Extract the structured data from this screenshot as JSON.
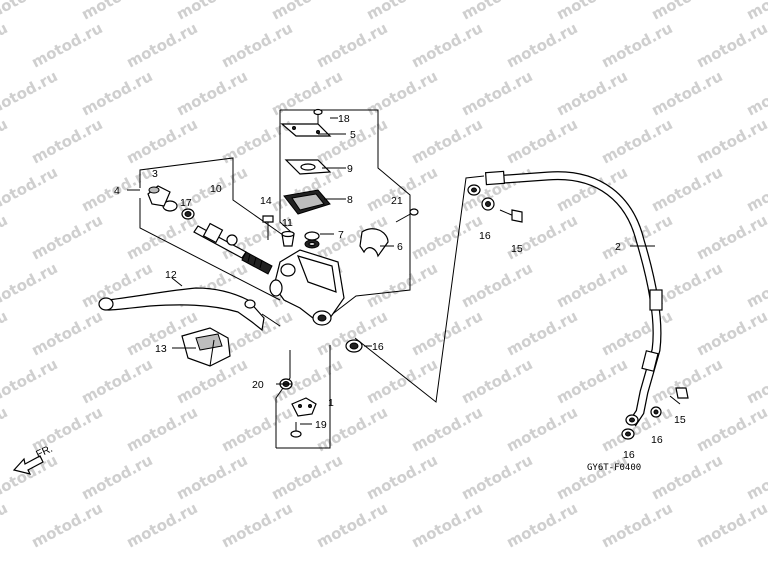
{
  "watermark": "motod.ru",
  "diagram_code": "GY6T-F0400",
  "direction_label": "FR.",
  "callouts": [
    {
      "id": "c1",
      "text": "1"
    },
    {
      "id": "c2",
      "text": "2"
    },
    {
      "id": "c3",
      "text": "3"
    },
    {
      "id": "c4",
      "text": "4"
    },
    {
      "id": "c5",
      "text": "5"
    },
    {
      "id": "c6",
      "text": "6"
    },
    {
      "id": "c7",
      "text": "7"
    },
    {
      "id": "c8",
      "text": "8"
    },
    {
      "id": "c9",
      "text": "9"
    },
    {
      "id": "c10",
      "text": "10"
    },
    {
      "id": "c11",
      "text": "11"
    },
    {
      "id": "c12",
      "text": "12"
    },
    {
      "id": "c13",
      "text": "13"
    },
    {
      "id": "c14",
      "text": "14"
    },
    {
      "id": "c15a",
      "text": "15"
    },
    {
      "id": "c15b",
      "text": "15"
    },
    {
      "id": "c16a",
      "text": "16"
    },
    {
      "id": "c16b",
      "text": "16"
    },
    {
      "id": "c16c",
      "text": "16"
    },
    {
      "id": "c16d",
      "text": "16"
    },
    {
      "id": "c17",
      "text": "17"
    },
    {
      "id": "c18",
      "text": "18"
    },
    {
      "id": "c19",
      "text": "19"
    },
    {
      "id": "c20",
      "text": "20"
    },
    {
      "id": "c21",
      "text": "21"
    }
  ]
}
